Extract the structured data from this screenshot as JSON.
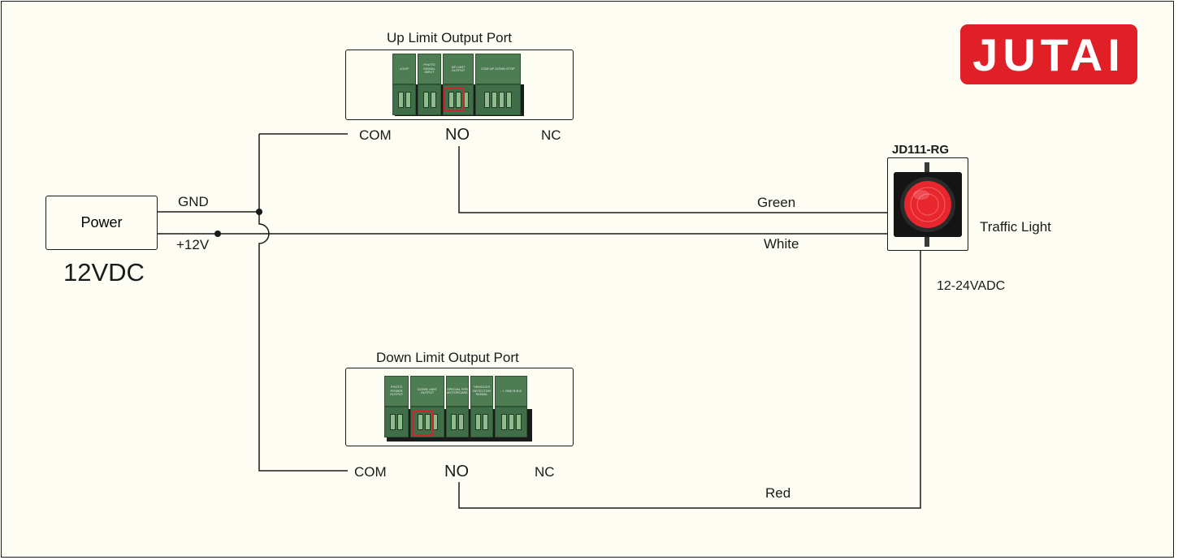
{
  "logo": {
    "text": "JUTAI",
    "color": "#e01f26"
  },
  "power": {
    "label": "Power",
    "voltage": "12VDC",
    "gnd": "GND",
    "plus": "+12V"
  },
  "up_port": {
    "title": "Up Limit Output Port",
    "com": "COM",
    "no": "NO",
    "nc": "NC",
    "blocks": [
      "LOOP",
      "PHOTO SIGNAL INPUT",
      "UP LIMIT OUTPUT",
      "COM UP DOWN STOP"
    ]
  },
  "down_port": {
    "title": "Down Limit Output Port",
    "com": "COM",
    "no": "NO",
    "nc": "NC",
    "blocks": [
      "PHOTO POWER OUTPUT",
      "DOWN LIMIT OUTPUT",
      "SPECIAL FPR MOTORCARE",
      "VEHICLES DETECTOR SIGNAL",
      "- + GND B B B"
    ]
  },
  "traffic_light": {
    "model": "JD111-RG",
    "label": "Traffic Light",
    "voltage": "12-24VADC",
    "lamp_color": "#e8262e"
  },
  "wires": {
    "green": "Green",
    "white": "White",
    "red": "Red"
  }
}
